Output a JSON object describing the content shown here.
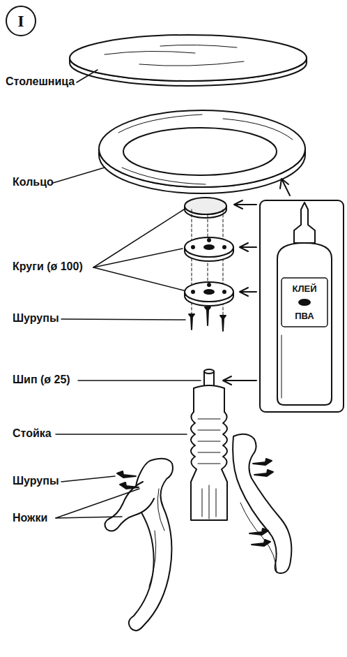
{
  "diagram": {
    "nodes": [
      {
        "text": [
          "I"
        ]
      }
    ],
    "labels": [
      "Столешница",
      "Кольцо",
      "Круги (ø 100)",
      "Шурупы",
      "Шип (ø 25)",
      "Стойка",
      "Шурупы",
      "Ножки",
      "КЛЕЙ",
      "ПВА"
    ]
  }
}
